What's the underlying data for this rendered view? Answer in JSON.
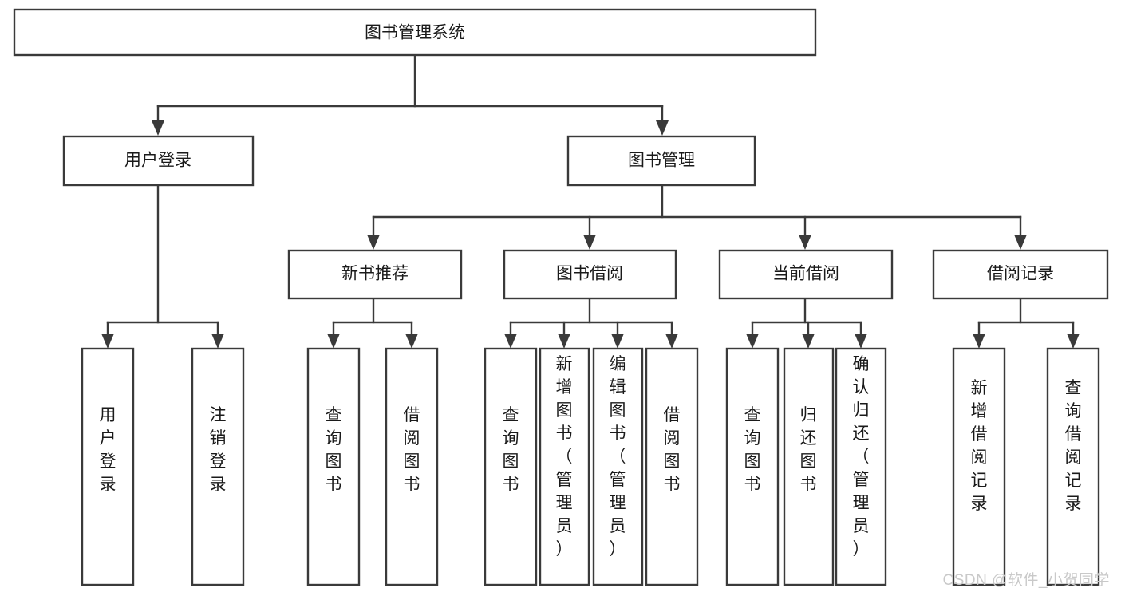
{
  "diagram": {
    "type": "tree",
    "title": "图书管理系统",
    "orientation": "top-down",
    "watermark": "CSDN @软件_小贺同学",
    "colors": {
      "box_stroke": "#3a3a3a",
      "box_fill": "#ffffff",
      "connector": "#3a3a3a",
      "text": "#1a1a1a",
      "background": "#ffffff",
      "watermark": "#c9c9c9"
    },
    "root": {
      "label": "图书管理系统"
    },
    "level2": [
      {
        "label": "用户登录"
      },
      {
        "label": "图书管理"
      }
    ],
    "level3": [
      {
        "label": "新书推荐"
      },
      {
        "label": "图书借阅"
      },
      {
        "label": "当前借阅"
      },
      {
        "label": "借阅记录"
      }
    ],
    "leaves": {
      "用户登录": [
        {
          "label": "用户登录"
        },
        {
          "label": "注销登录"
        }
      ],
      "新书推荐": [
        {
          "label": "查询图书"
        },
        {
          "label": "借阅图书"
        }
      ],
      "图书借阅": [
        {
          "label": "查询图书"
        },
        {
          "label": "新增图书（管理员）"
        },
        {
          "label": "编辑图书（管理员）"
        },
        {
          "label": "借阅图书"
        }
      ],
      "当前借阅": [
        {
          "label": "查询图书"
        },
        {
          "label": "归还图书"
        },
        {
          "label": "确认归还（管理员）"
        }
      ],
      "借阅记录": [
        {
          "label": "新增借阅记录"
        },
        {
          "label": "查询借阅记录"
        }
      ]
    },
    "nodes": {
      "root": {
        "label": "图书管理系统"
      },
      "user_login": {
        "label": "用户登录"
      },
      "book_manage": {
        "label": "图书管理"
      },
      "new_book_rec": {
        "label": "新书推荐"
      },
      "book_borrow": {
        "label": "图书借阅"
      },
      "current_borrow": {
        "label": "当前借阅"
      },
      "borrow_record": {
        "label": "借阅记录"
      },
      "leaf_user_login": {
        "label": "用户登录"
      },
      "leaf_logout": {
        "label": "注销登录"
      },
      "leaf_query_book_1": {
        "label": "查询图书"
      },
      "leaf_borrow_book_1": {
        "label": "借阅图书"
      },
      "leaf_query_book_2": {
        "label": "查询图书"
      },
      "leaf_add_book": {
        "label": "新增图书（管理员）"
      },
      "leaf_edit_book": {
        "label": "编辑图书（管理员）"
      },
      "leaf_borrow_book_2": {
        "label": "借阅图书"
      },
      "leaf_query_book_3": {
        "label": "查询图书"
      },
      "leaf_return_book": {
        "label": "归还图书"
      },
      "leaf_confirm_return": {
        "label": "确认归还（管理员）"
      },
      "leaf_add_record": {
        "label": "新增借阅记录"
      },
      "leaf_query_record": {
        "label": "查询借阅记录"
      }
    }
  }
}
